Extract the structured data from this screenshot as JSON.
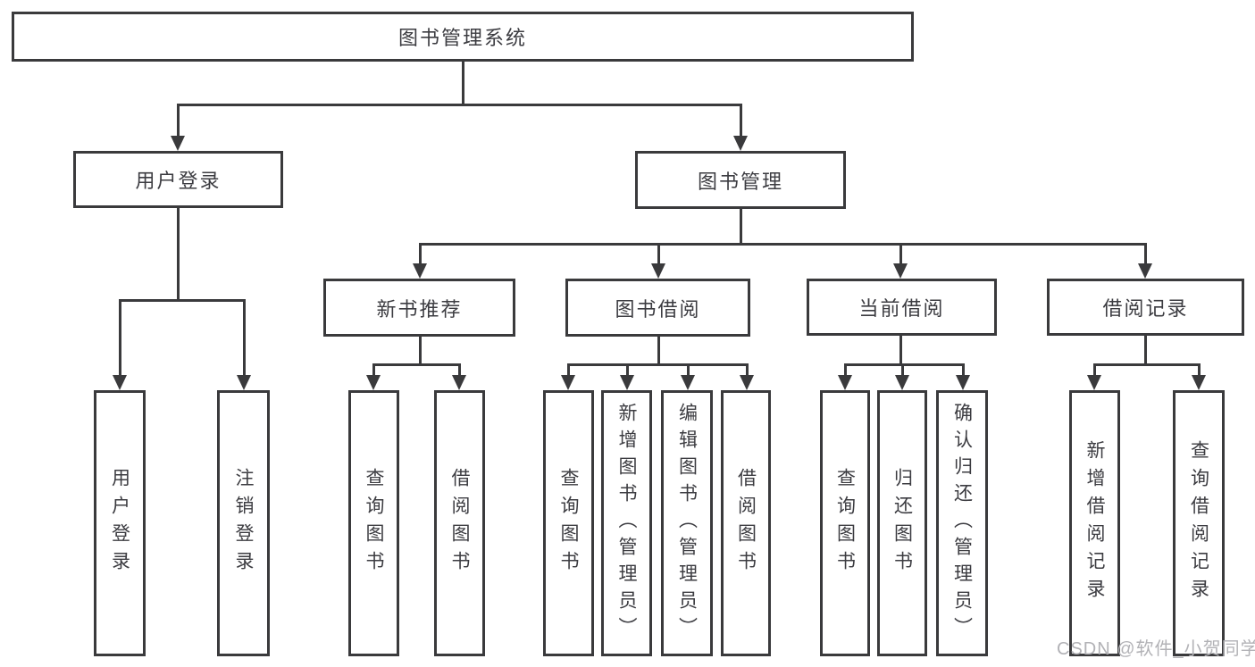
{
  "diagram": {
    "title": "图书管理系统",
    "nodes": [
      {
        "id": "root",
        "label": "图书管理系统",
        "parent": null,
        "shape": "wide"
      },
      {
        "id": "user-login",
        "label": "用户登录",
        "parent": "root",
        "shape": "wide"
      },
      {
        "id": "book-mgmt",
        "label": "图书管理",
        "parent": "root",
        "shape": "wide"
      },
      {
        "id": "new-book-recommend",
        "label": "新书推荐",
        "parent": "book-mgmt",
        "shape": "wide"
      },
      {
        "id": "book-borrow",
        "label": "图书借阅",
        "parent": "book-mgmt",
        "shape": "wide"
      },
      {
        "id": "current-borrow",
        "label": "当前借阅",
        "parent": "book-mgmt",
        "shape": "wide"
      },
      {
        "id": "borrow-records",
        "label": "借阅记录",
        "parent": "book-mgmt",
        "shape": "wide"
      },
      {
        "id": "leaf-user-login",
        "label": "用户登录",
        "parent": "user-login",
        "shape": "tall"
      },
      {
        "id": "leaf-logout",
        "label": "注销登录",
        "parent": "user-login",
        "shape": "tall"
      },
      {
        "id": "leaf-rec-query",
        "label": "查询图书",
        "parent": "new-book-recommend",
        "shape": "tall"
      },
      {
        "id": "leaf-rec-borrow",
        "label": "借阅图书",
        "parent": "new-book-recommend",
        "shape": "tall"
      },
      {
        "id": "leaf-bor-query",
        "label": "查询图书",
        "parent": "book-borrow",
        "shape": "tall"
      },
      {
        "id": "leaf-bor-add",
        "label": "新增图书（管理员）",
        "parent": "book-borrow",
        "shape": "tall"
      },
      {
        "id": "leaf-bor-edit",
        "label": "编辑图书（管理员）",
        "parent": "book-borrow",
        "shape": "tall"
      },
      {
        "id": "leaf-bor-borrow",
        "label": "借阅图书",
        "parent": "book-borrow",
        "shape": "tall"
      },
      {
        "id": "leaf-cur-query",
        "label": "查询图书",
        "parent": "current-borrow",
        "shape": "tall"
      },
      {
        "id": "leaf-cur-return",
        "label": "归还图书",
        "parent": "current-borrow",
        "shape": "tall"
      },
      {
        "id": "leaf-cur-confirm",
        "label": "确认归还（管理员）",
        "parent": "current-borrow",
        "shape": "tall"
      },
      {
        "id": "leaf-recd-add",
        "label": "新增借阅记录",
        "parent": "borrow-records",
        "shape": "tall"
      },
      {
        "id": "leaf-recd-query",
        "label": "查询借阅记录",
        "parent": "borrow-records",
        "shape": "tall"
      }
    ]
  },
  "watermark": {
    "text": "CSDN @软件_小贺同学"
  },
  "colors": {
    "line": "#3a3a3c",
    "text": "#3c3c41",
    "box_background": "#ffffff",
    "page_background": "#ffffff",
    "watermark": "#b2b2b6"
  }
}
